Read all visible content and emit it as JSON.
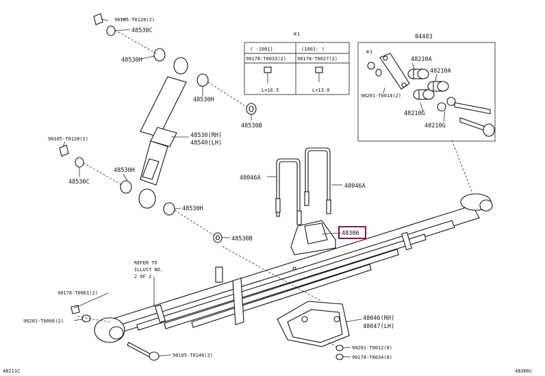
{
  "labels": {
    "p90105_t0128_top": "90105-T0128(2)",
    "p48530c_top": "48530C",
    "p48530h_top": "48530H",
    "p48530h_mid": "48530H",
    "p48530b_mid": "48530B",
    "p48530_rh": "48530(RH)",
    "p48540_lh": "48540(LH)",
    "p90105_t0128_left": "90105-T0128(2)",
    "p48530c_left": "48530C",
    "p48530h_left": "48530H",
    "p48530h_low": "48530H",
    "p48530b_low": "48530B",
    "p48046a_left": "48046A",
    "p48046a_right": "48046A",
    "p48306": "48306",
    "refer_line1": "REFER TO",
    "refer_line2": "ILLUST NO.",
    "refer_line3": "2 OF 2",
    "p90178_t0061": "90178-T0061(2)",
    "p90201_t0006": "90201-T0006(2)",
    "p90105_t0146": "90105-T0146(2)",
    "p48046_rh": "48046(RH)",
    "p48047_lh": "48047(LH)",
    "p90201_t0012": "90201-T0012(8)",
    "p90178_t0034": "90178-T0034(8)"
  },
  "table": {
    "mark": "※1",
    "col1_head": "(  -1001)",
    "col2_head": "(1001-  )",
    "col1_part": "90178-T0033(2)",
    "col2_part": "90178-T0027(2)",
    "col1_len": "L=16.5",
    "col2_len": "L=13.0"
  },
  "kit": {
    "title": "04483",
    "mark": "※1",
    "p48210a_1": "48210A",
    "p48210a_2": "48210A",
    "p90201_t0014": "90201-T0014(2)",
    "p48210g_1": "48210G",
    "p48210g_2": "48210G"
  },
  "footer": {
    "left": "48211C",
    "right": "48306C"
  },
  "colors": {
    "highlight": "#9a1040"
  }
}
